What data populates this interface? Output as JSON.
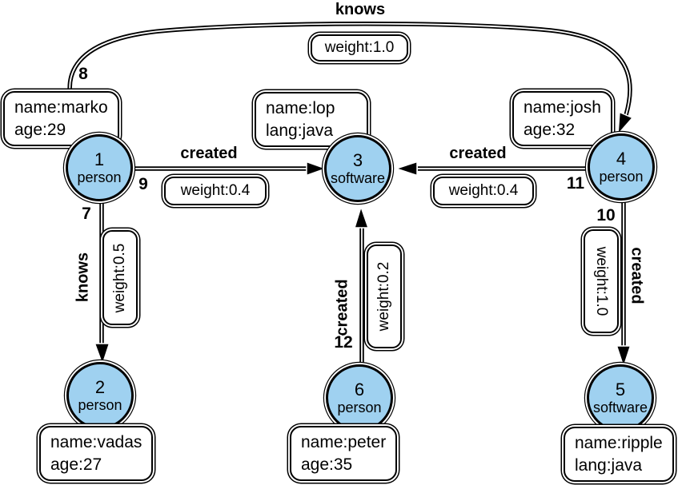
{
  "graph": {
    "background": "#ffffff",
    "node_fill": "#9FD1F0",
    "stroke_color": "#000000",
    "node_count": 6,
    "edge_count": 6
  },
  "nodes": [
    {
      "id": "1",
      "type": "person",
      "props": [
        "name:marko",
        "age:29"
      ]
    },
    {
      "id": "2",
      "type": "person",
      "props": [
        "name:vadas",
        "age:27"
      ]
    },
    {
      "id": "3",
      "type": "software",
      "props": [
        "name:lop",
        "lang:java"
      ]
    },
    {
      "id": "4",
      "type": "person",
      "props": [
        "name:josh",
        "age:32"
      ]
    },
    {
      "id": "5",
      "type": "software",
      "props": [
        "name:ripple",
        "lang:java"
      ]
    },
    {
      "id": "6",
      "type": "person",
      "props": [
        "name:peter",
        "age:35"
      ]
    }
  ],
  "edges": [
    {
      "id": "8",
      "label": "knows",
      "weight": "weight:1.0",
      "from": "1",
      "to": "4"
    },
    {
      "id": "9",
      "label": "created",
      "weight": "weight:0.4",
      "from": "1",
      "to": "3"
    },
    {
      "id": "11",
      "label": "created",
      "weight": "weight:0.4",
      "from": "4",
      "to": "3"
    },
    {
      "id": "7",
      "label": "knows",
      "weight": "weight:0.5",
      "from": "1",
      "to": "2"
    },
    {
      "id": "12",
      "label": "created",
      "weight": "weight:0.2",
      "from": "6",
      "to": "3"
    },
    {
      "id": "10",
      "label": "created",
      "weight": "weight:1.0",
      "from": "4",
      "to": "5"
    }
  ]
}
